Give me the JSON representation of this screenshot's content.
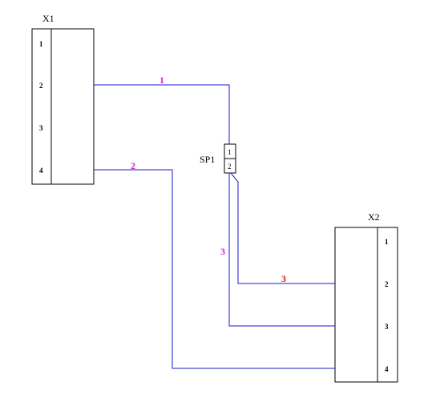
{
  "connectors": {
    "x1": {
      "label": "X1",
      "pins": [
        "1",
        "2",
        "3",
        "4"
      ]
    },
    "x2": {
      "label": "X2",
      "pins": [
        "1",
        "2",
        "3",
        "4"
      ]
    },
    "sp1": {
      "label": "SP1",
      "pins": [
        "1",
        "2"
      ]
    }
  },
  "wire_labels": {
    "w1": "1",
    "w2": "2",
    "w3_vertical": "3",
    "w3_horizontal": "3"
  },
  "colors": {
    "wire": "#1a1acc",
    "outline": "#000000",
    "label_magenta": "#cc22cc",
    "label_red": "#dd1111",
    "background": "#ffffff"
  }
}
